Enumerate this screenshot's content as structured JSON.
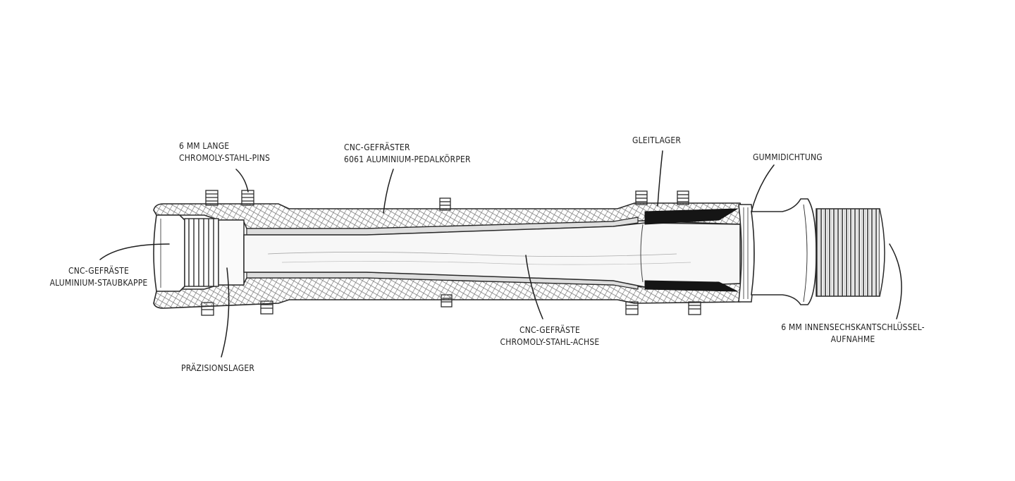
{
  "labels": {
    "pins": {
      "line1": "6 mm lange",
      "line2": "Chromoly-Stahl-Pins"
    },
    "body": {
      "line1": "CNC-gefräster",
      "line2": "6061 Aluminium-Pedalkörper"
    },
    "glide_bearing": {
      "line1": "Gleitlager"
    },
    "seal": {
      "line1": "Gummidichtung"
    },
    "dust_cap": {
      "line1": "CNC-gefräste",
      "line2": "Aluminium-Staubkappe"
    },
    "precision_bearing": {
      "line1": "Präzisionslager"
    },
    "axle": {
      "line1": "CNC-gefräste",
      "line2": "Chromoly-Stahl-Achse"
    },
    "hex": {
      "line1": "6 mm Innensechskantschlüssel-",
      "line2": "Aufnahme"
    }
  },
  "colors": {
    "ink": "#2a2a2a",
    "hatch": "#555555",
    "bushing": "#151515",
    "axle_fill": "#f7f7f7"
  }
}
